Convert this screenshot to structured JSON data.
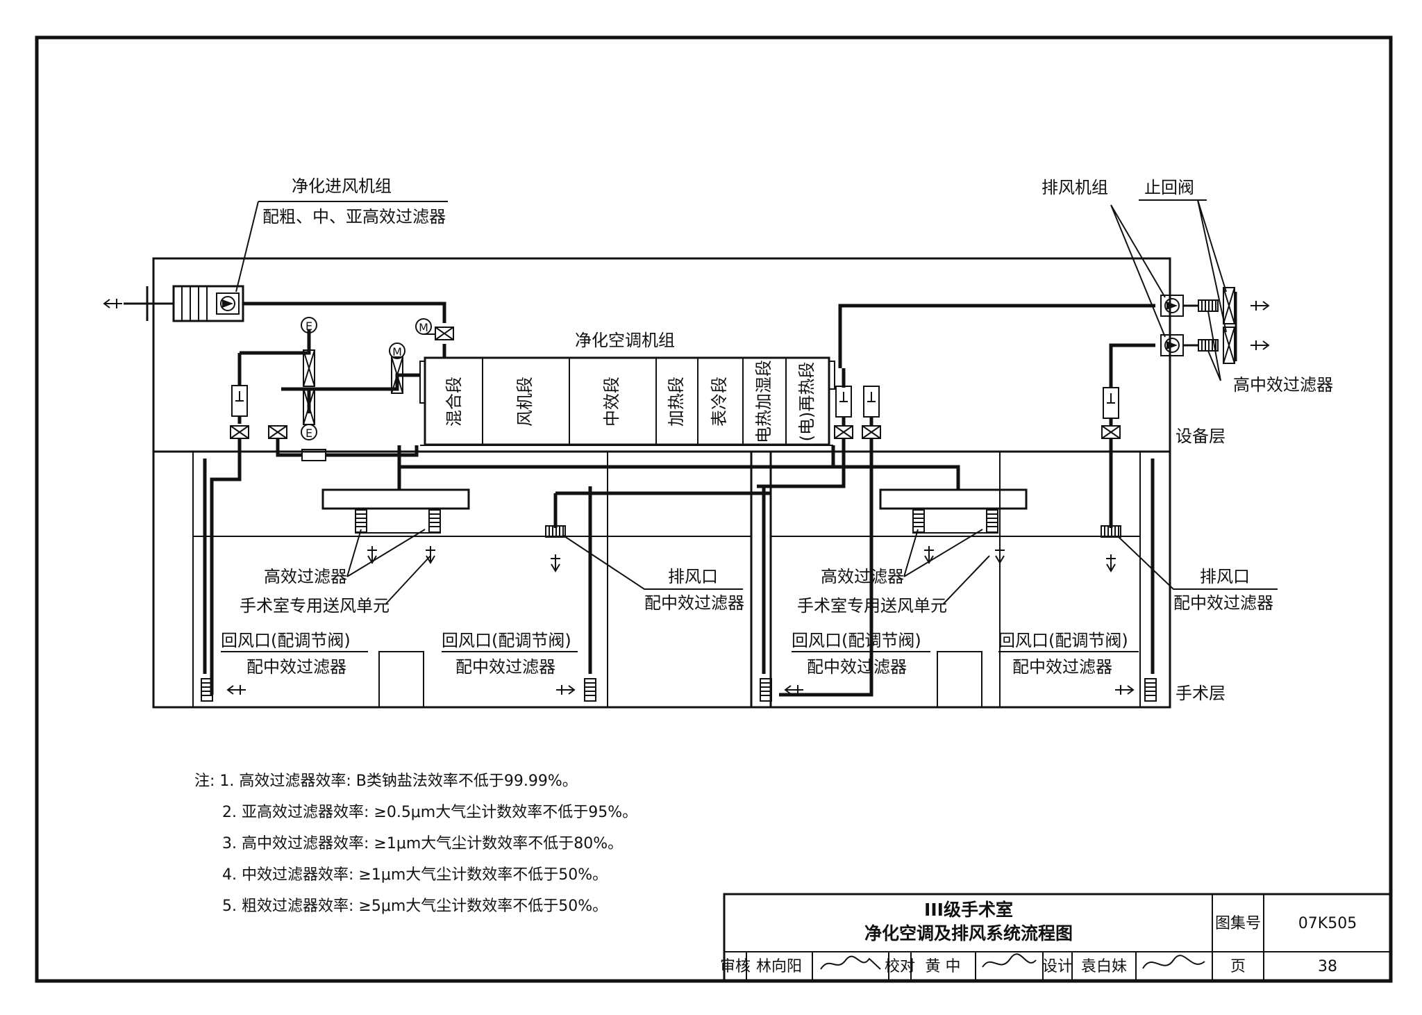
{
  "labels": {
    "supply_unit": "净化进风机组",
    "supply_filters": "配粗、中、亚高效过滤器",
    "ahu": "净化空调机组",
    "exhaust_unit": "排风机组",
    "check_valve": "止回阀",
    "high_mid_filter": "高中效过滤器",
    "equipment_floor": "设备层",
    "surgery_floor": "手术层",
    "hepa_left": "高效过滤器",
    "supply_unit_left": "手术室专用送风单元",
    "hepa_right": "高效过滤器",
    "supply_unit_right": "手术室专用送风单元",
    "exhaust_outlet_left": "排风口",
    "exhaust_outlet_left_filter": "配中效过滤器",
    "exhaust_outlet_right": "排风口",
    "exhaust_outlet_right_filter": "配中效过滤器",
    "return_1": "回风口(配调节阀)",
    "return_1_filter": "配中效过滤器",
    "return_2": "回风口(配调节阀)",
    "return_2_filter": "配中效过滤器",
    "return_3": "回风口(配调节阀)",
    "return_3_filter": "配中效过滤器",
    "return_4": "回风口(配调节阀)",
    "return_4_filter": "配中效过滤器",
    "symbol_e": "E",
    "symbol_m": "M"
  },
  "ahu_sections": [
    "混合段",
    "风机段",
    "中效段",
    "加热段",
    "表冷段",
    "电热加湿段",
    "(电)再热段"
  ],
  "notes": [
    "注: 1. 高效过滤器效率: B类钠盐法效率不低于99.99%。",
    "2. 亚高效过滤器效率: ≥0.5μm大气尘计数效率不低于95%。",
    "3. 高中效过滤器效率: ≥1μm大气尘计数效率不低于80%。",
    "4. 中效过滤器效率: ≥1μm大气尘计数效率不低于50%。",
    "5. 粗效过滤器效率: ≥5μm大气尘计数效率不低于50%。"
  ],
  "title_block": {
    "title_line1": "III级手术室",
    "title_line2": "净化空调及排风系统流程图",
    "atlas_label": "图集号",
    "atlas_no": "07K505",
    "review": "审核",
    "reviewer": "林向阳",
    "check": "校对",
    "checker": "黄 中",
    "design": "设计",
    "designer": "袁白妹",
    "page_label": "页",
    "page_no": "38"
  }
}
